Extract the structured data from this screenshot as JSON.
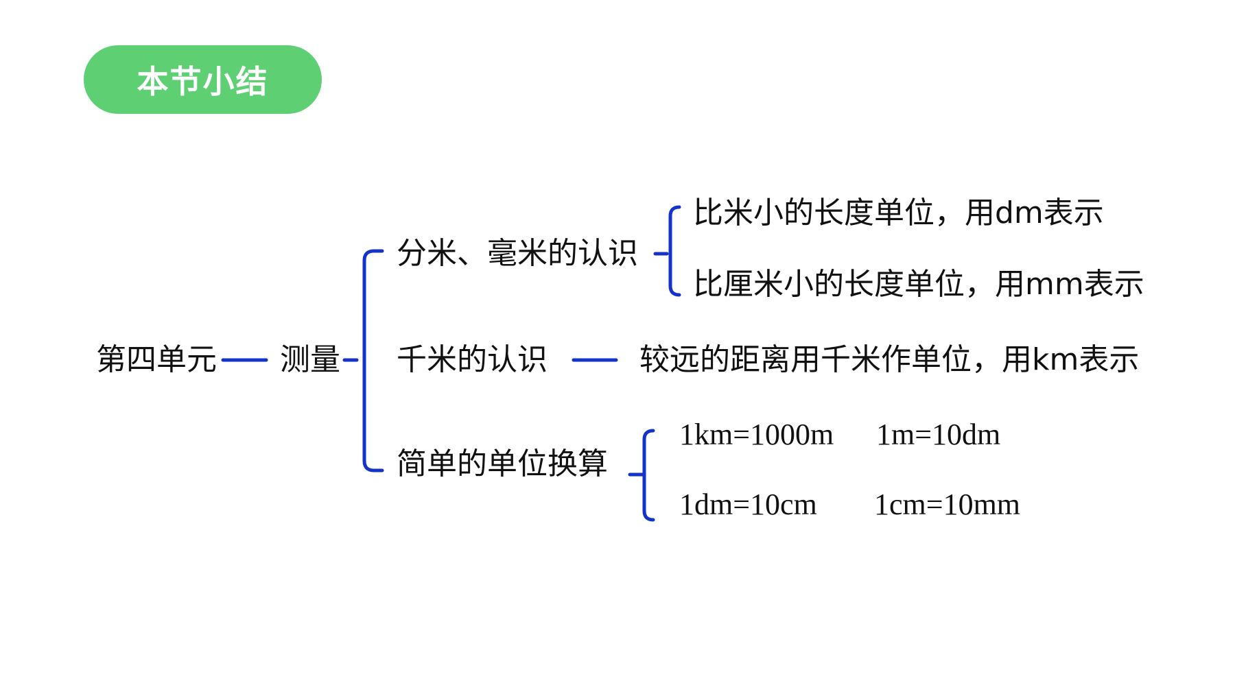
{
  "badge": "本节小结",
  "root": "第四单元",
  "topic": "测量",
  "branches": {
    "dm_mm": {
      "label": "分米、毫米的认识",
      "items": [
        "比米小的长度单位，用dm表示",
        "比厘米小的长度单位，用mm表示"
      ]
    },
    "km": {
      "label": "千米的认识",
      "item": "较远的距离用千米作单位，用km表示"
    },
    "conversion": {
      "label": "简单的单位换算",
      "items": [
        "1km=1000m",
        "1m=10dm",
        "1dm=10cm",
        "1cm=10mm"
      ]
    }
  },
  "colors": {
    "badge": "#5ecf73",
    "connector": "#1433c8",
    "text": "#111111"
  }
}
